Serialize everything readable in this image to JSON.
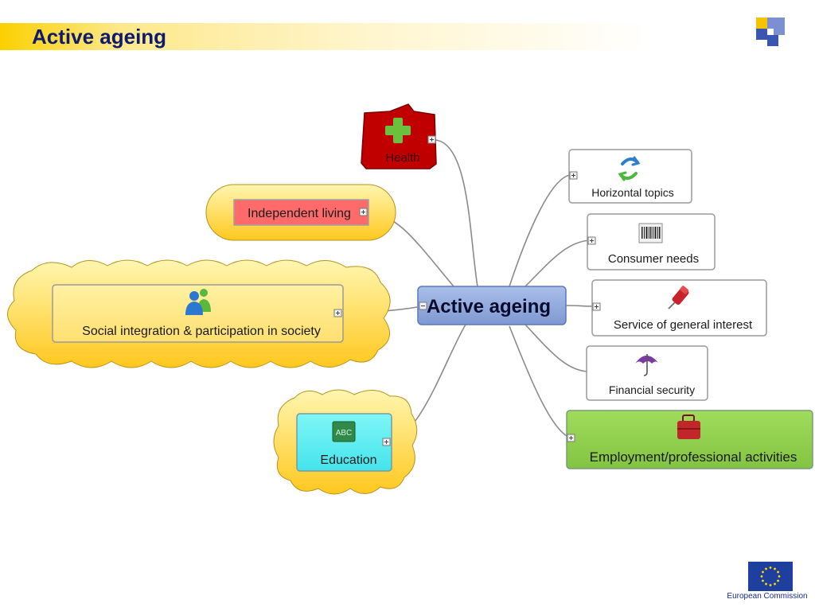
{
  "header": {
    "title": "Active ageing"
  },
  "footer": {
    "commission_label": "European Commission"
  },
  "mindmap": {
    "center": "Active ageing",
    "nodes": {
      "health": "Health",
      "independent_living": "Independent living",
      "social_integration": "Social integration & participation in society",
      "education": "Education",
      "education_board": "ABC",
      "horizontal_topics": "Horizontal topics",
      "consumer_needs": "Consumer needs",
      "service_general_interest": "Service of general interest",
      "financial_security": "Financial security",
      "employment": "Employment/professional activities"
    }
  },
  "icons": {
    "health": "plus-cross-icon",
    "social_integration": "people-icon",
    "education": "chalkboard-icon",
    "horizontal_topics": "refresh-arrows-icon",
    "consumer_needs": "barcode-icon",
    "service_general_interest": "pushpin-icon",
    "financial_security": "umbrella-icon",
    "employment": "briefcase-icon"
  },
  "colors": {
    "title": "#0d1a6e",
    "center_fill": "#8fa9dc",
    "health_fill": "#c00000",
    "independent_living_fill": "#ff6b6b",
    "education_fill": "#5ff0f0",
    "employment_fill": "#92d050",
    "cloud_fill": "#ffd531"
  }
}
